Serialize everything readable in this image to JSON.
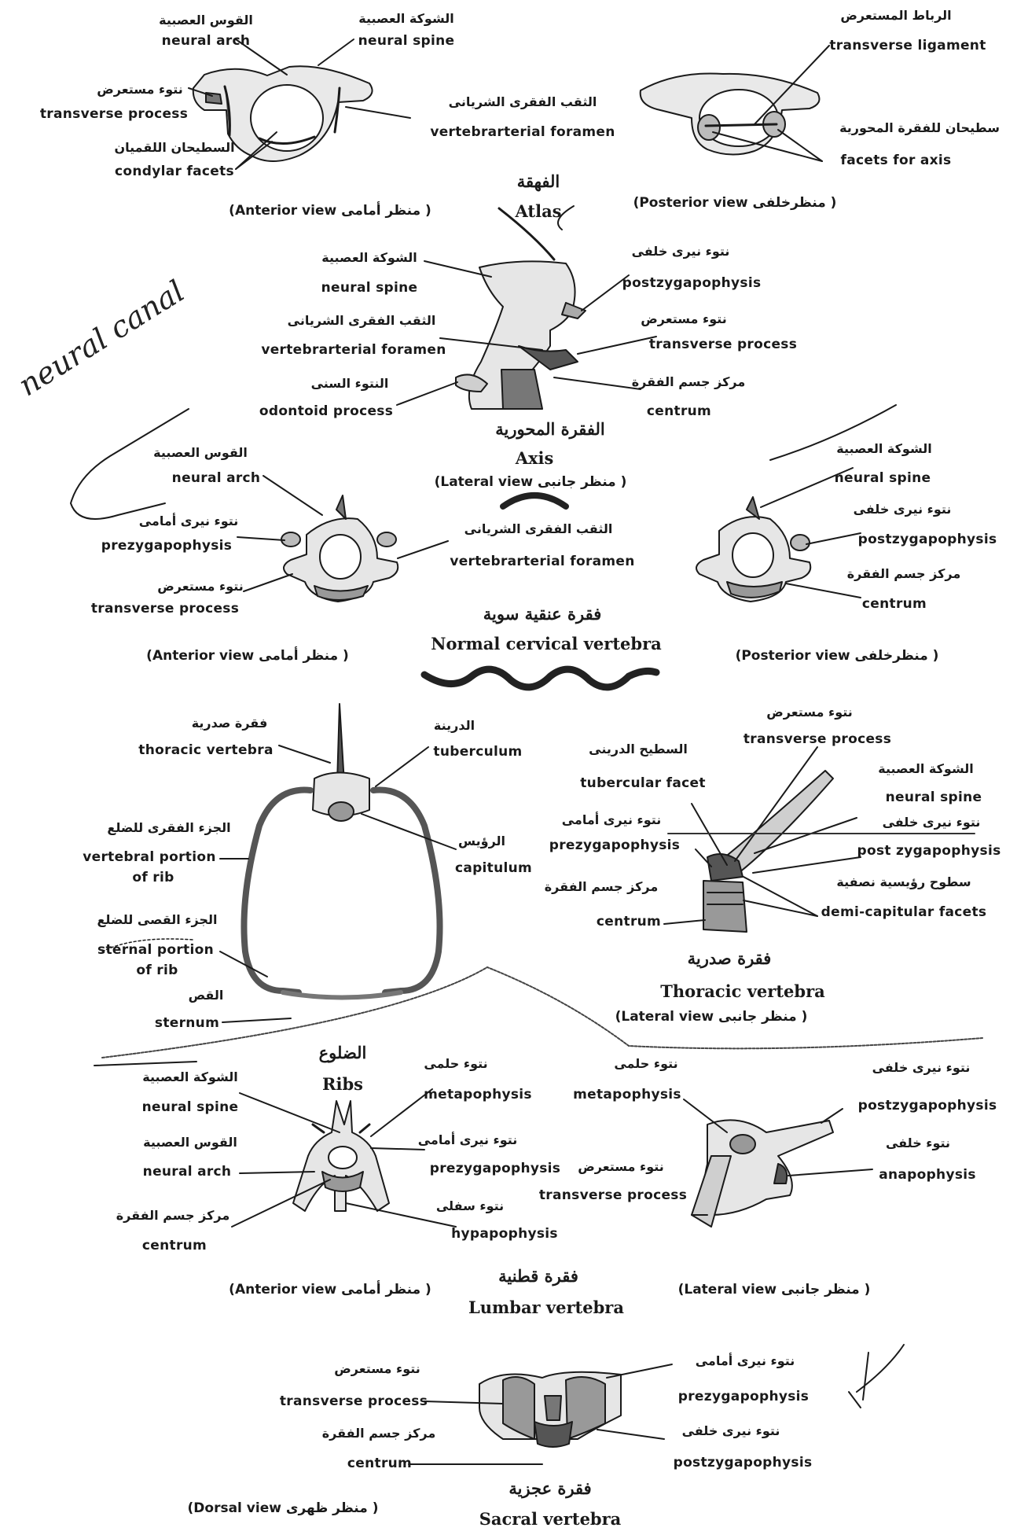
{
  "atlas": {
    "title_en": "Atlas",
    "title_ar": "الفهقة",
    "anterior_view": "(Anterior view منظر أمامى )",
    "posterior_view": "(Posterior view منظرخلفى )",
    "labels": {
      "neural_arch": {
        "en": "neural arch",
        "ar": "القوس العصبية"
      },
      "neural_spine": {
        "en": "neural spine",
        "ar": "الشوكة العصبية"
      },
      "transverse_process": {
        "en": "transverse process",
        "ar": "نتوء مستعرض"
      },
      "condylar_facets": {
        "en": "condylar facets",
        "ar": "السطيحان اللقميان"
      },
      "vertebrarterial_foramen": {
        "en": "vertebrarterial foramen",
        "ar": "الثقب الفقرى الشريانى"
      },
      "transverse_ligament": {
        "en": "transverse ligament",
        "ar": "الرباط المستعرض"
      },
      "facets_for_axis": {
        "en": "facets for axis",
        "ar": "سطيحان للفقرة المحورية"
      }
    }
  },
  "axis": {
    "title_en": "Axis",
    "title_ar": "الفقرة المحورية",
    "lateral_view": "(Lateral view منظر جانبى )",
    "labels": {
      "neural_spine": {
        "en": "neural spine",
        "ar": "الشوكة العصبية"
      },
      "vertebrarterial_foramen": {
        "en": "vertebrarterial foramen",
        "ar": "الثقب الفقرى الشريانى"
      },
      "odontoid_process": {
        "en": "odontoid process",
        "ar": "النتوء السنى"
      },
      "postzygapophysis": {
        "en": "postzygapophysis",
        "ar": "نتوء نيرى خلفى"
      },
      "transverse_process": {
        "en": "transverse process",
        "ar": "نتوء مستعرض"
      },
      "centrum": {
        "en": "centrum",
        "ar": "مركز جسم الفقرة"
      }
    }
  },
  "cervical": {
    "title_en": "Normal cervical vertebra",
    "title_ar": "فقرة عنقية سوية",
    "anterior_view": "(Anterior view منظر أمامى )",
    "posterior_view": "(Posterior view منظرخلفى )",
    "labels": {
      "neural_arch": {
        "en": "neural arch",
        "ar": "القوس العصبية"
      },
      "prezygapophysis": {
        "en": "prezygapophysis",
        "ar": "نتوء نيرى أمامى"
      },
      "transverse_process": {
        "en": "transverse process",
        "ar": "نتوء مستعرض"
      },
      "vertebrarterial_foramen": {
        "en": "vertebrarterial foramen",
        "ar": "الثقب الفقرى الشريانى"
      },
      "neural_spine": {
        "en": "neural spine",
        "ar": "الشوكة العصبية"
      },
      "postzygapophysis": {
        "en": "postzygapophysis",
        "ar": "نتوء نيرى خلفى"
      },
      "centrum": {
        "en": "centrum",
        "ar": "مركز جسم الفقرة"
      }
    }
  },
  "ribs": {
    "title_en": "Ribs",
    "title_ar": "الضلوع",
    "labels": {
      "thoracic_vertebra": {
        "en": "thoracic vertebra",
        "ar": "فقرة صدرية"
      },
      "vertebral_portion": {
        "en1": "vertebral portion",
        "en2": "of rib",
        "ar": "الجزء الفقرى للضلع"
      },
      "sternal_portion": {
        "en1": "sternal portion",
        "en2": "of rib",
        "ar": "الجزء القصى للضلع"
      },
      "sternum": {
        "en": "sternum",
        "ar": "القص"
      },
      "tuberculum": {
        "en": "tuberculum",
        "ar": "الدرينة"
      },
      "capitulum": {
        "en": "capitulum",
        "ar": "الرؤيس"
      }
    }
  },
  "thoracic": {
    "title_en": "Thoracic vertebra",
    "title_ar": "فقرة صدرية",
    "lateral_view": "(Lateral view منظر جانبى )",
    "labels": {
      "transverse_process": {
        "en": "transverse process",
        "ar": "نتوء مستعرض"
      },
      "tubercular_facet": {
        "en": "tubercular facet",
        "ar": "السطيح الدرينى"
      },
      "neural_spine": {
        "en": "neural spine",
        "ar": "الشوكة العصبية"
      },
      "prezygapophysis": {
        "en": "prezygapophysis",
        "ar": "نتوء نيرى أمامى"
      },
      "postzygapophysis": {
        "en": "post zygapophysis",
        "ar": "نتوء نيرى خلفى"
      },
      "centrum": {
        "en": "centrum",
        "ar": "مركز جسم الفقرة"
      },
      "demi_capitular": {
        "en": "demi-capitular facets",
        "ar": "سطوح رؤيسية نصفية"
      }
    }
  },
  "lumbar": {
    "title_en": "Lumbar vertebra",
    "title_ar": "فقرة قطنية",
    "anterior_view": "(Anterior view منظر أمامى )",
    "lateral_view": "(Lateral view منظر جانبى )",
    "labels": {
      "neural_spine": {
        "en": "neural spine",
        "ar": "الشوكة العصبية"
      },
      "neural_arch": {
        "en": "neural arch",
        "ar": "القوس العصبية"
      },
      "centrum": {
        "en": "centrum",
        "ar": "مركز جسم الفقرة"
      },
      "metapophysis": {
        "en": "metapophysis",
        "ar": "نتوء حلمى"
      },
      "prezygapophysis": {
        "en": "prezygapophysis",
        "ar": "نتوء نيرى أمامى"
      },
      "hypapophysis": {
        "en": "hypapophysis",
        "ar": "نتوء سفلى"
      },
      "metapophysis_2": {
        "en": "metapophysis",
        "ar": "نتوء حلمى"
      },
      "transverse_process": {
        "en": "transverse process",
        "ar": "نتوء مستعرض"
      },
      "postzygapophysis": {
        "en": "postzygapophysis",
        "ar": "نتوء نيرى خلفى"
      },
      "anapophysis": {
        "en": "anapophysis",
        "ar": "نتوء خلفى"
      }
    }
  },
  "sacral": {
    "title_en": "Sacral vertebra",
    "title_ar": "فقرة عجزية",
    "dorsal_view": "(Dorsal view منظر ظهرى )",
    "labels": {
      "transverse_process": {
        "en": "transverse process",
        "ar": "نتوء مستعرض"
      },
      "centrum": {
        "en": "centrum",
        "ar": "مركز جسم الفقرة"
      },
      "prezygapophysis": {
        "en": "prezygapophysis",
        "ar": "نتوء نيرى أمامى"
      },
      "postzygapophysis": {
        "en": "postzygapophysis",
        "ar": "نتوء نيرى خلفى"
      }
    }
  },
  "handwriting": "neural canal"
}
